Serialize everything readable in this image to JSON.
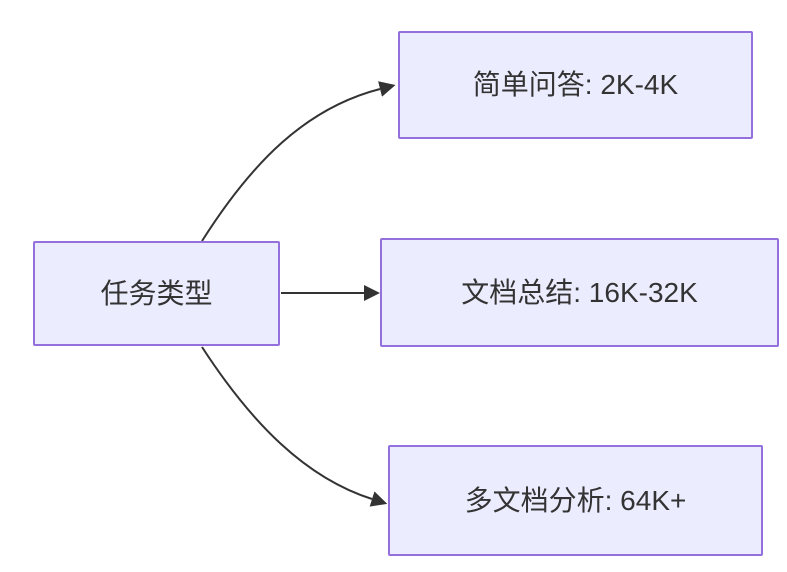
{
  "diagram": {
    "type": "flowchart",
    "direction": "left-to-right",
    "colors": {
      "background": "#ffffff",
      "node_fill": "#ECECFF",
      "node_border": "#9370DB",
      "edge": "#333333",
      "text": "#333333"
    },
    "nodes": [
      {
        "id": "task-type",
        "label": "任务类型"
      },
      {
        "id": "simple-qa",
        "label": "简单问答: 2K-4K"
      },
      {
        "id": "doc-summary",
        "label": "文档总结: 16K-32K"
      },
      {
        "id": "multi-doc-analysis",
        "label": "多文档分析: 64K+"
      }
    ],
    "edges": [
      {
        "from": "任务类型",
        "to": "简单问答: 2K-4K"
      },
      {
        "from": "任务类型",
        "to": "文档总结: 16K-32K"
      },
      {
        "from": "任务类型",
        "to": "多文档分析: 64K+"
      }
    ]
  }
}
